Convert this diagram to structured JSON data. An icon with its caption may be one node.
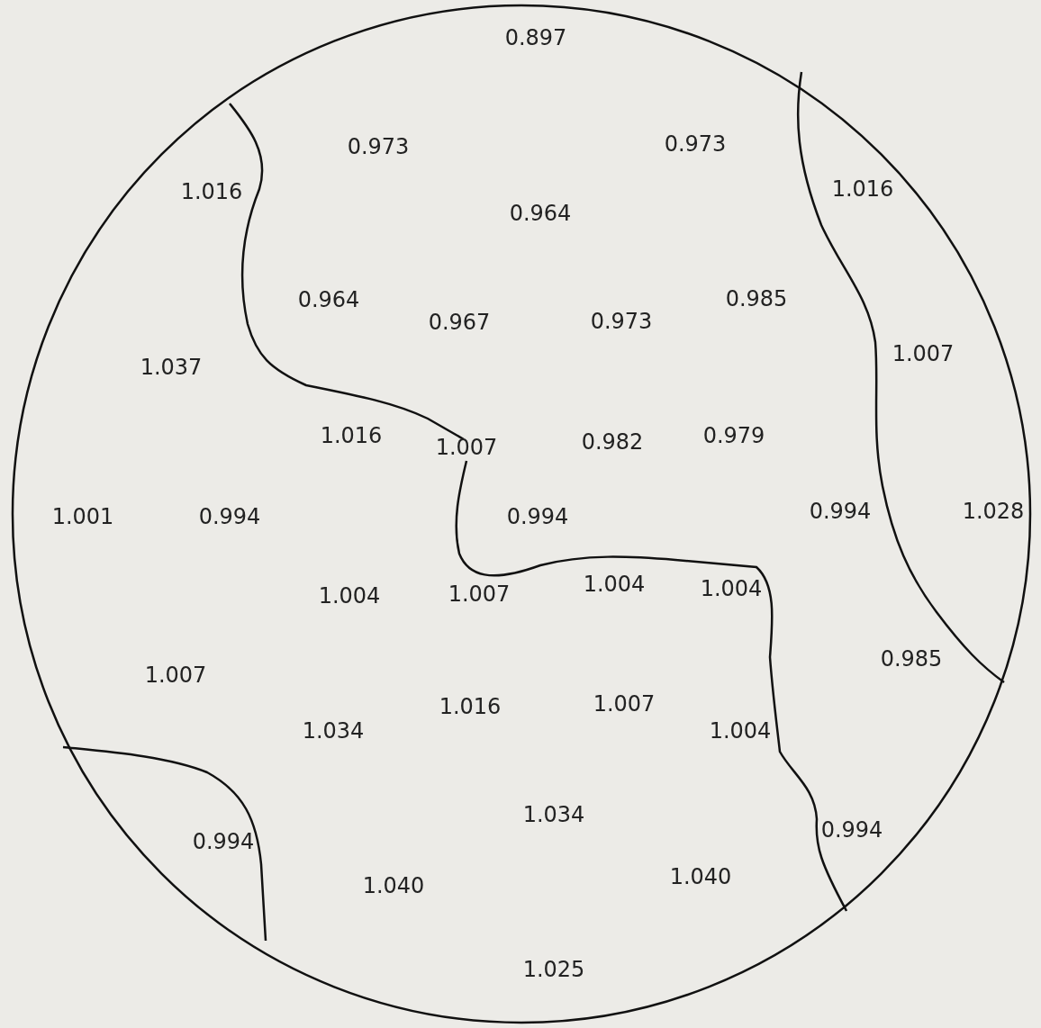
{
  "diagram": {
    "labels": [
      "0.897",
      "0.973",
      "0.973",
      "1.016",
      "0.964",
      "1.016",
      "0.964",
      "0.985",
      "0.967",
      "0.973",
      "1.037",
      "1.007",
      "1.016",
      "1.007",
      "0.982",
      "0.979",
      "1.001",
      "0.994",
      "0.994",
      "0.994",
      "1.028",
      "1.004",
      "1.007",
      "1.004",
      "1.004",
      "1.007",
      "0.985",
      "1.034",
      "1.016",
      "1.007",
      "1.004",
      "0.994",
      "1.034",
      "0.994",
      "1.040",
      "1.040",
      "1.025"
    ]
  }
}
